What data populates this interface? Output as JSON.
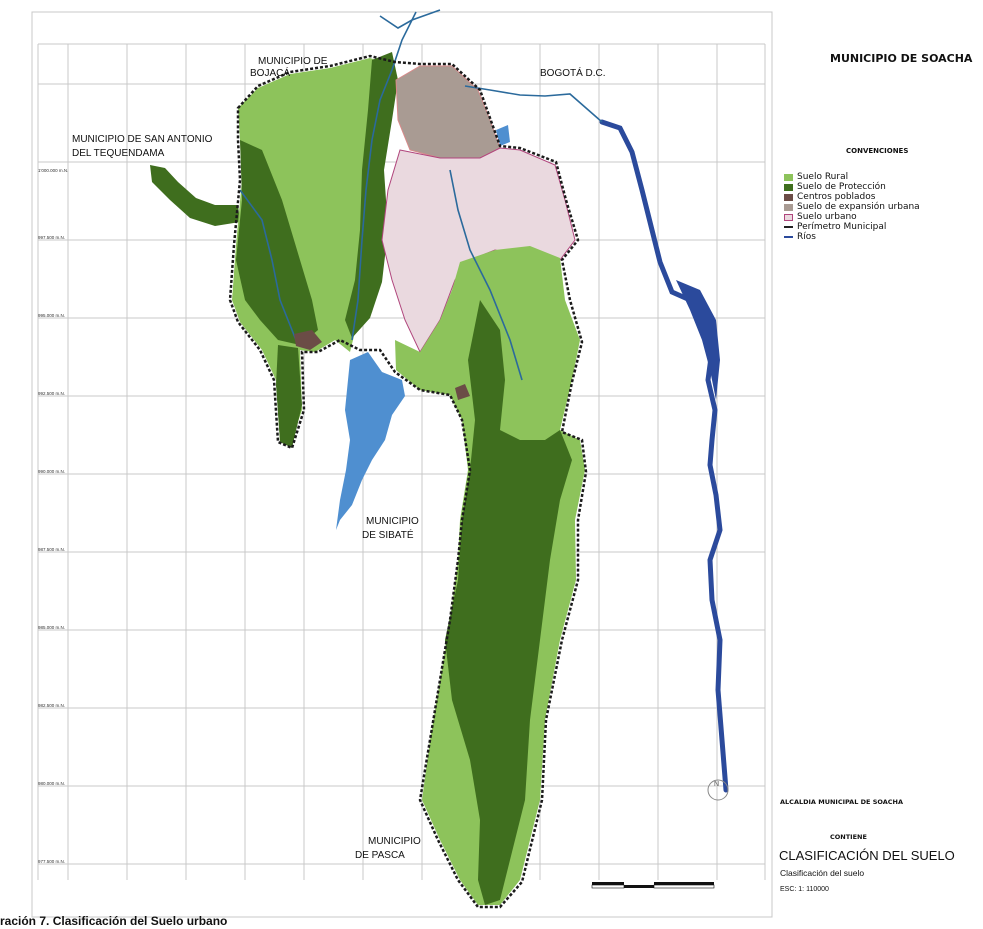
{
  "map": {
    "title": "MUNICIPIO DE SOACHA",
    "legend": {
      "title": "CONVENCIONES",
      "items": [
        {
          "label": "Suelo Rural",
          "color": "#8dc35b",
          "kind": "fill"
        },
        {
          "label": "Suelo de Protección",
          "color": "#3f6e1e",
          "kind": "fill"
        },
        {
          "label": "Centros poblados",
          "color": "#6b4c46",
          "kind": "fill"
        },
        {
          "label": "Suelo de expansión urbana",
          "color": "#a99b93",
          "kind": "fill"
        },
        {
          "label": "Suelo urbano",
          "color": "#ead9df",
          "kind": "fill-outline"
        },
        {
          "label": "Perímetro Municipal",
          "color": "#222222",
          "kind": "dashed"
        },
        {
          "label": "Ríos",
          "color": "#2b4a9c",
          "kind": "line"
        }
      ]
    },
    "place_labels": {
      "bojaca_1": "MUNICIPIO DE",
      "bojaca_2": "BOJACÁ",
      "bogota": "BOGOTÁ D.C.",
      "san_antonio_1": "MUNICIPIO DE SAN ANTONIO",
      "san_antonio_2": "DEL TEQUENDAMA",
      "sibate_1": "MUNICIPIO",
      "sibate_2": "DE SIBATÉ",
      "pasca_1": "MUNICIPIO",
      "pasca_2": "DE PASCA"
    },
    "grid_labels": [
      "1'000.000 m.N.",
      "997.500 m.N.",
      "995.000 m.N.",
      "992.500 m.N.",
      "990.000 m.N.",
      "987.500 m.N.",
      "985.000 m.N.",
      "982.500 m.N.",
      "980.000 m.N.",
      "977.500 m.N."
    ],
    "footer": {
      "alcaldia": "ALCALDIA MUNICIPAL DE SOACHA",
      "contiene": "CONTIENE",
      "clasif_title": "CLASIFICACIÓN DEL SUELO",
      "clasif_sub": "Clasificación del suelo",
      "escala": "ESC: 1: 110000"
    },
    "north_symbol": "N",
    "colors": {
      "rural": "#8dc35b",
      "proteccion": "#3f6e1e",
      "centros": "#6b4c46",
      "expansion": "#a99b93",
      "urbano": "#ead9df",
      "rio": "#2b4a9c",
      "embalse": "#4f8fd0"
    }
  },
  "caption": "ración 7. Clasificación del Suelo urbano"
}
